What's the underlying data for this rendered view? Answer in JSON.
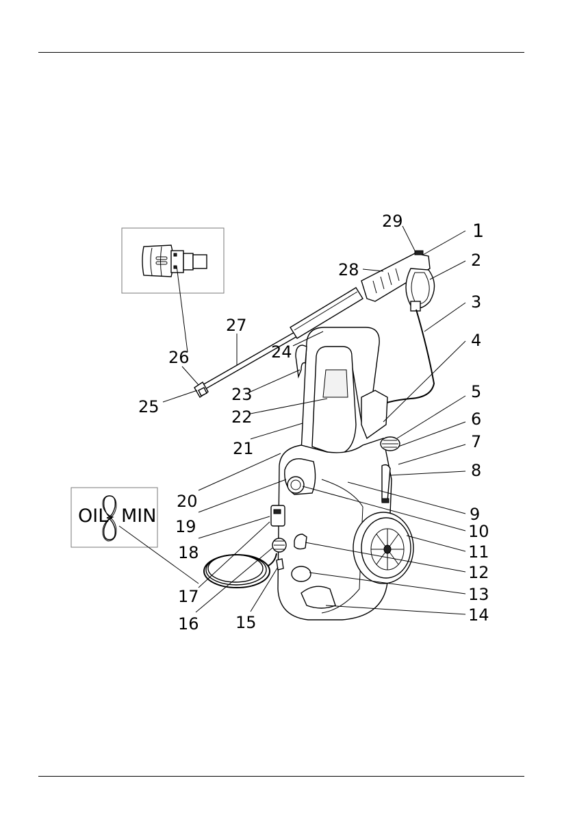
{
  "callouts": [
    "1",
    "2",
    "3",
    "4",
    "5",
    "6",
    "7",
    "8",
    "9",
    "10",
    "11",
    "12",
    "13",
    "14",
    "15",
    "16",
    "17",
    "18",
    "19",
    "20",
    "21",
    "22",
    "23",
    "24",
    "25",
    "26",
    "27",
    "28",
    "29"
  ],
  "oil_label": {
    "left": "OIL",
    "right": "MIN"
  }
}
